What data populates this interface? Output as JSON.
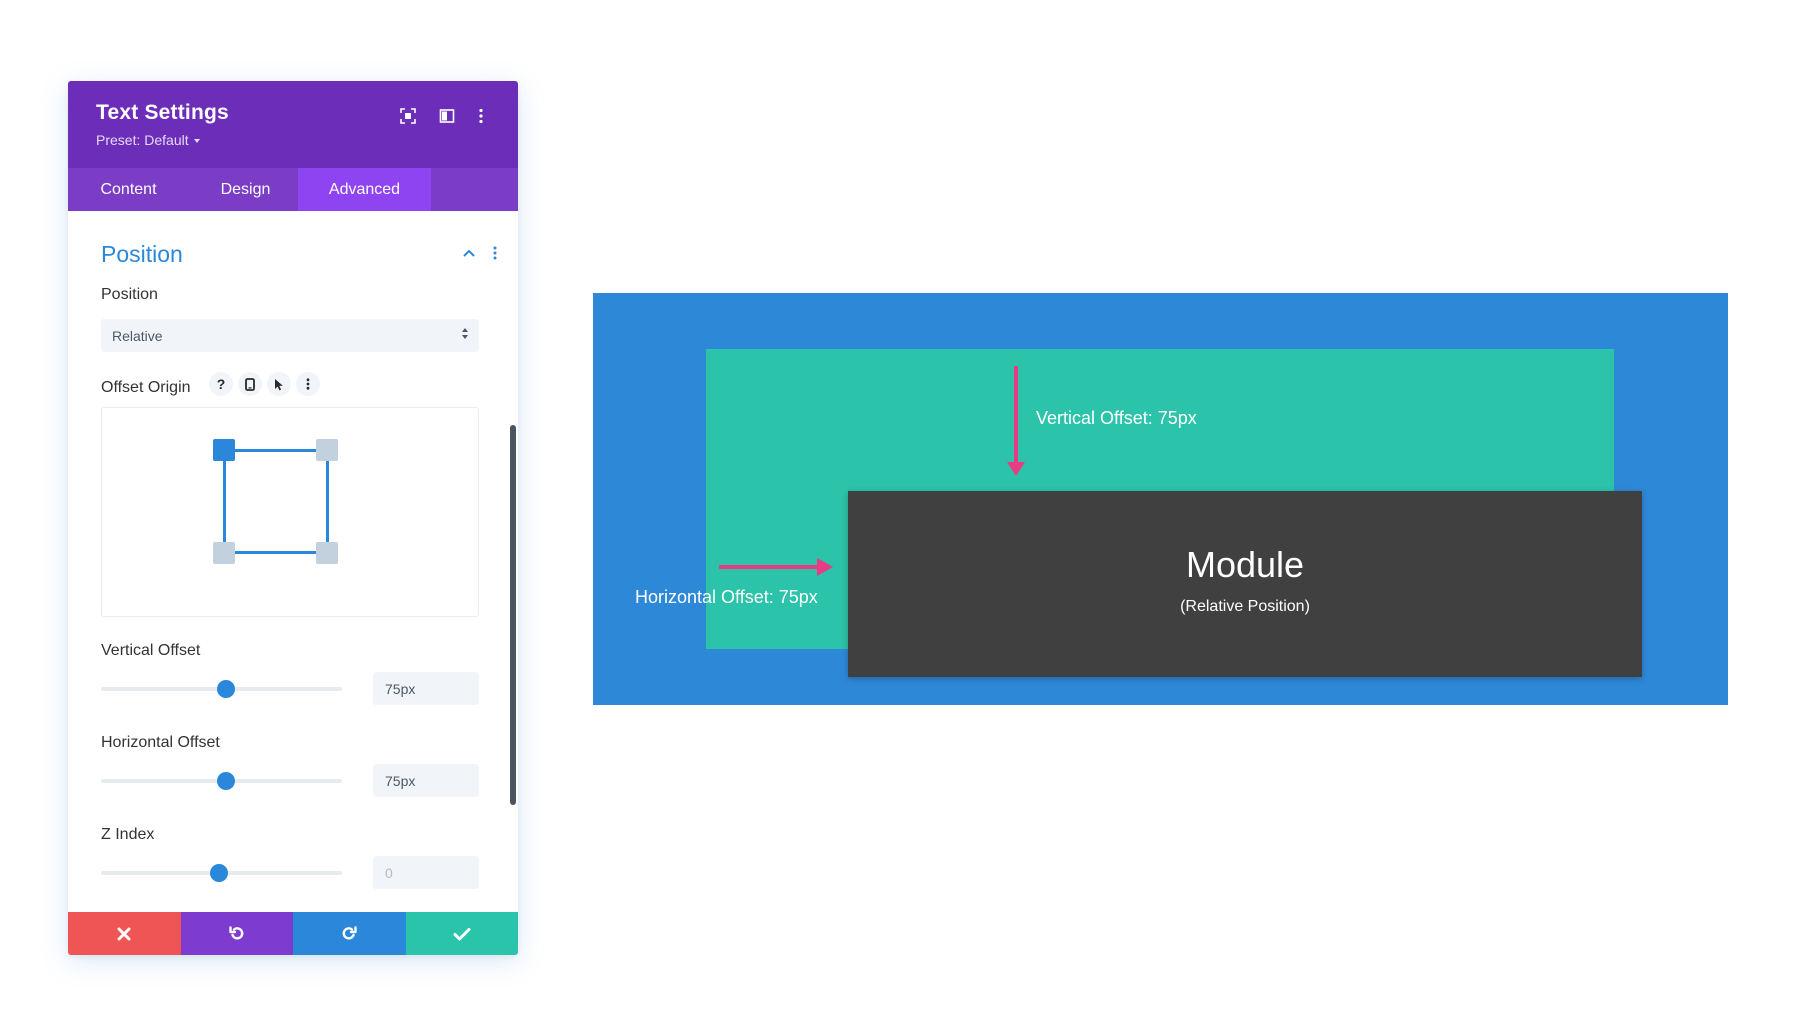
{
  "panel": {
    "title": "Text Settings",
    "preset_label": "Preset: Default",
    "header_icons": [
      "focus-icon",
      "sidebar-layout-icon",
      "more-options-icon"
    ],
    "tabs": [
      {
        "label": "Content",
        "active": false
      },
      {
        "label": "Design",
        "active": false
      },
      {
        "label": "Advanced",
        "active": true
      }
    ],
    "section": {
      "title": "Position",
      "expanded": true
    },
    "position_field": {
      "label": "Position",
      "value": "Relative"
    },
    "offset_origin": {
      "label": "Offset Origin",
      "help_glyph": "?",
      "selected_corner": "top-left"
    },
    "vertical_offset": {
      "label": "Vertical Offset",
      "value": "75px",
      "slider_fraction": 0.52
    },
    "horizontal_offset": {
      "label": "Horizontal Offset",
      "value": "75px",
      "slider_fraction": 0.52
    },
    "z_index": {
      "label": "Z Index",
      "placeholder": "0",
      "slider_fraction": 0.49
    },
    "footer": {
      "buttons": [
        "cancel-icon",
        "undo-icon",
        "redo-icon",
        "save-check-icon"
      ]
    }
  },
  "illustration": {
    "vertical_annotation": "Vertical Offset: 75px",
    "horizontal_annotation": "Horizontal Offset: 75px",
    "module_title": "Module",
    "module_subtitle": "(Relative Position)"
  },
  "colors": {
    "header_purple": "#6c2eb9",
    "tab_bar_purple": "#7b3dc6",
    "active_tab_purple": "#8e44f0",
    "accent_blue": "#2b87da",
    "cancel_red": "#ef5555",
    "undo_purple": "#7e3bd0",
    "redo_blue": "#2b87da",
    "save_green": "#29c4a9",
    "canvas_blue": "#2e88d8",
    "canvas_green": "#2bc3a9",
    "module_dark": "#404040",
    "arrow_pink": "#e93a84",
    "handle_inactive": "#c2d1dd"
  }
}
